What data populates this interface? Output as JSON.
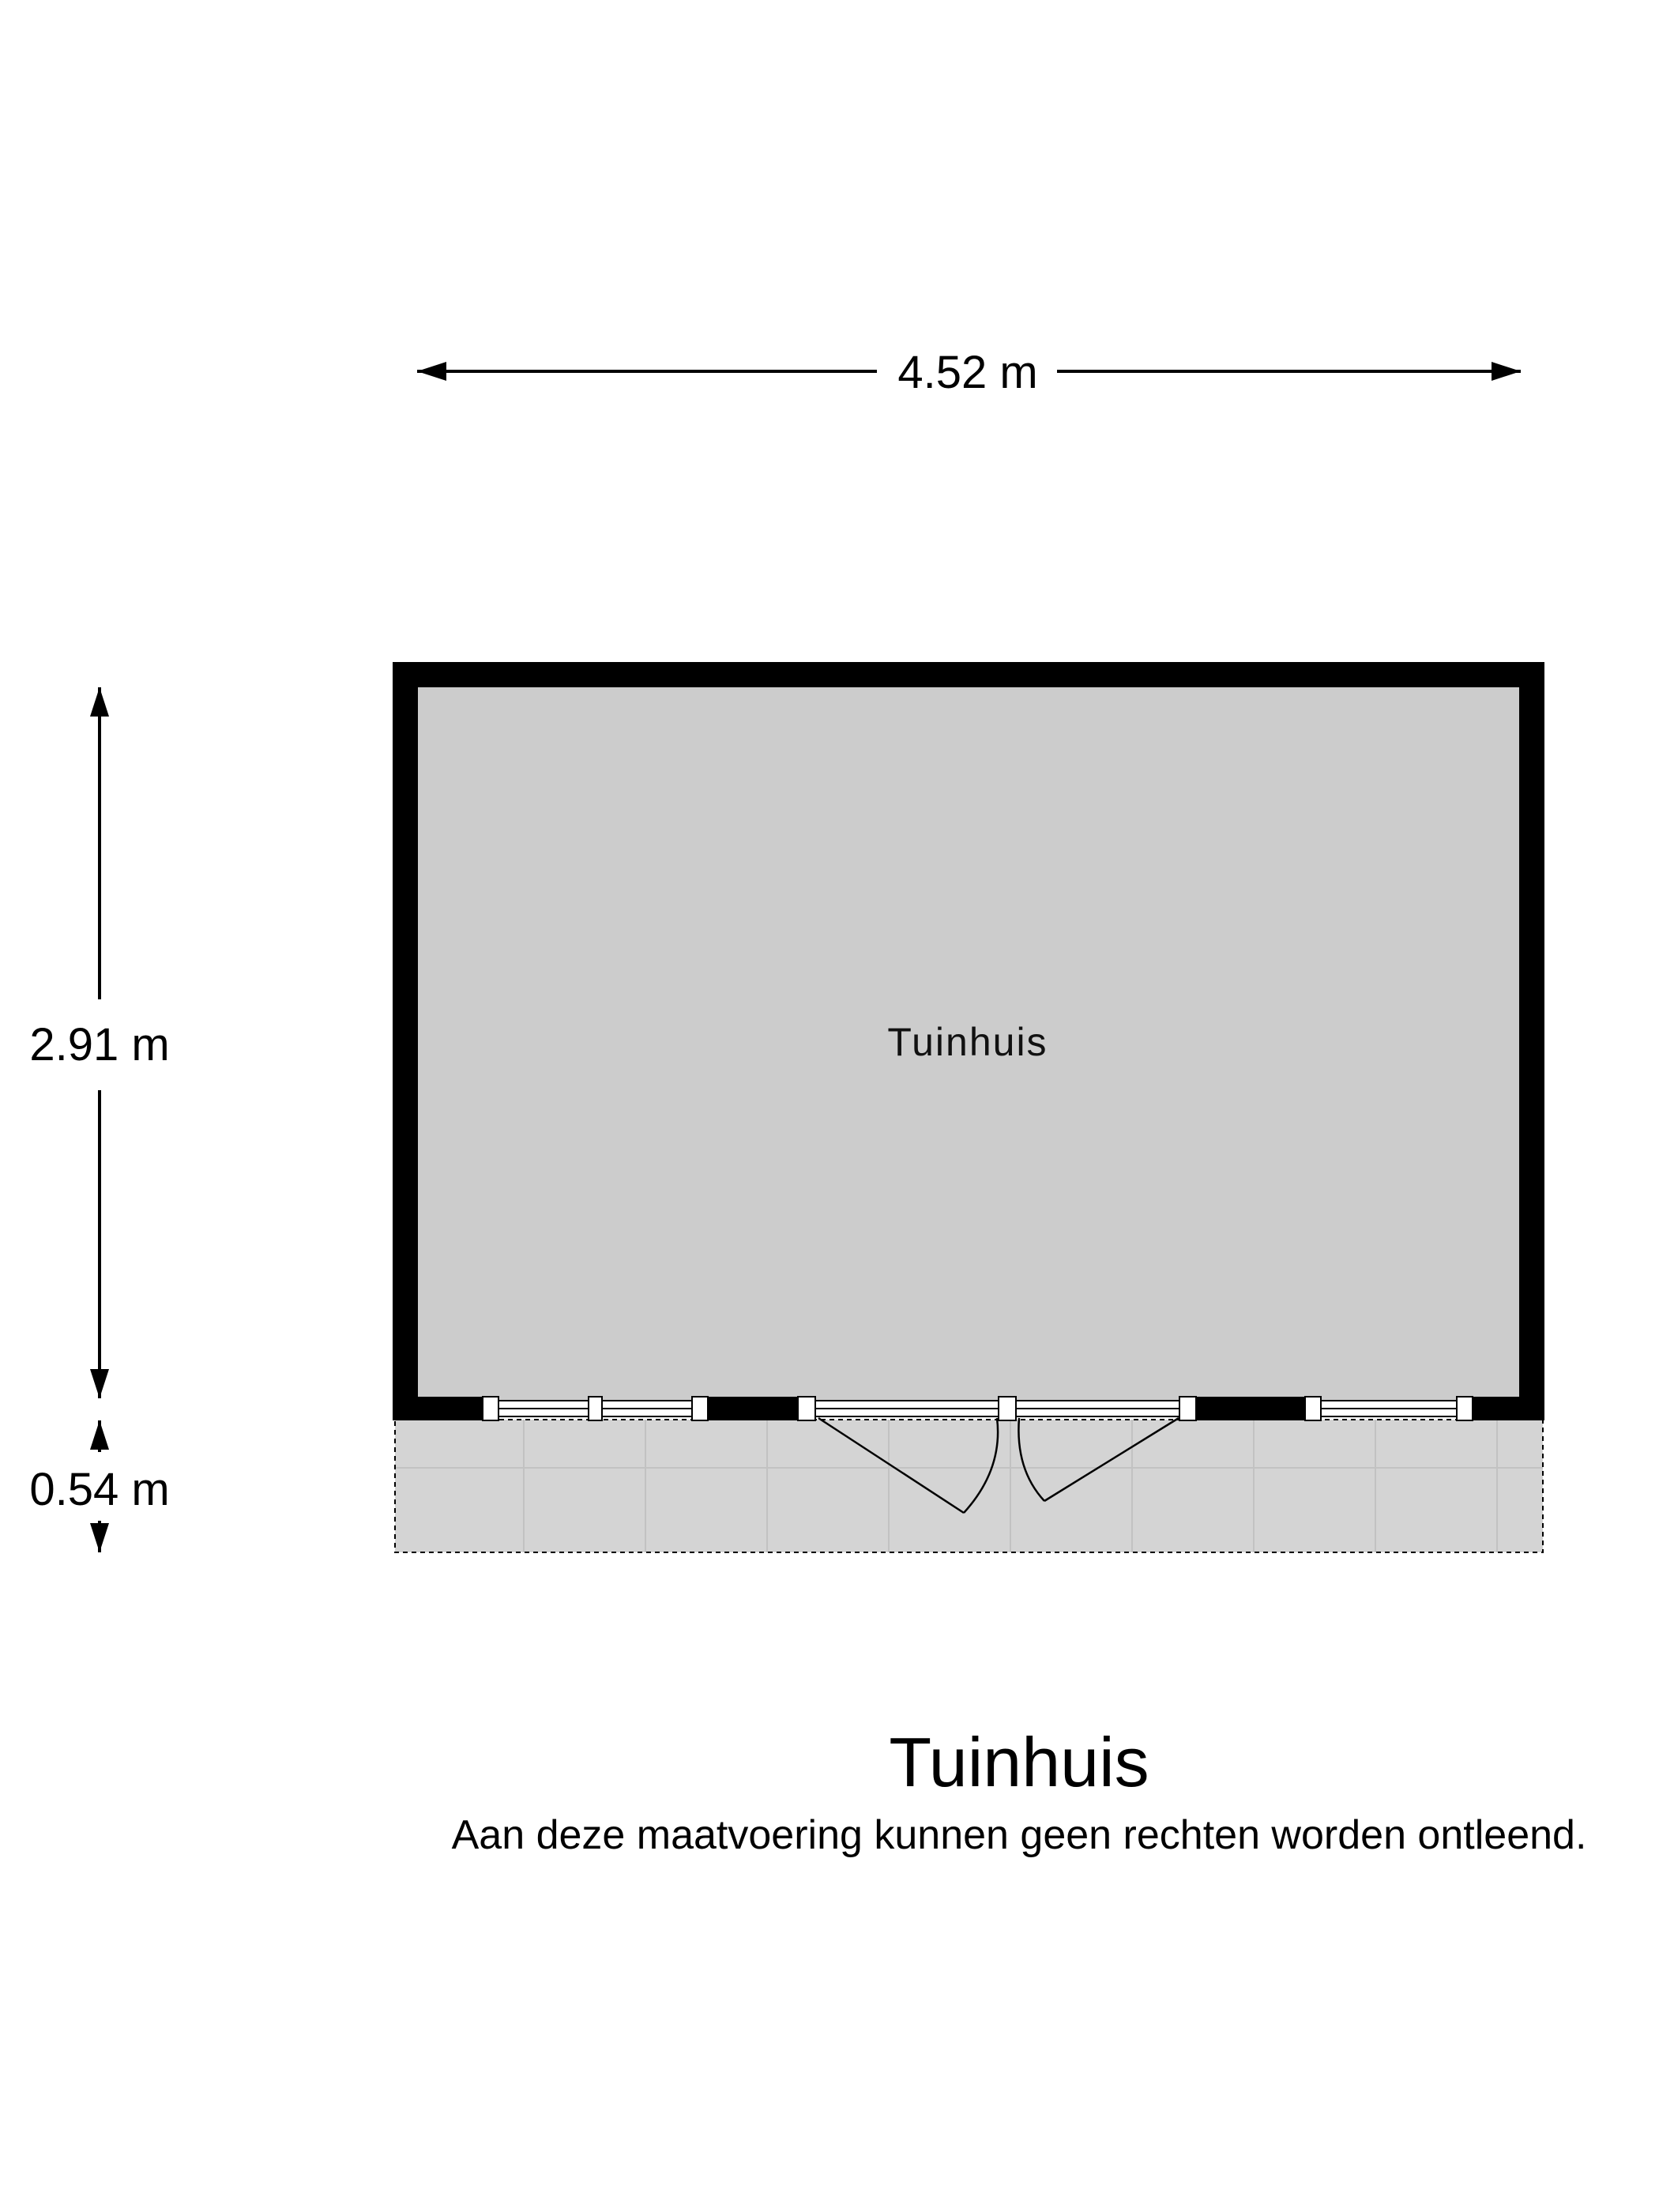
{
  "floorplan": {
    "dimensions": {
      "width": "4.52 m",
      "depth": "2.91 m",
      "terrace_depth": "0.54 m"
    },
    "room_label": "Tuinhuis"
  },
  "caption": {
    "title": "Tuinhuis",
    "note": "Aan deze maatvoering kunnen geen rechten worden ontleend."
  },
  "colors": {
    "wall": "#000000",
    "floor": "#cccccc",
    "terrace": "#d3d3d3",
    "background": "#ffffff"
  }
}
